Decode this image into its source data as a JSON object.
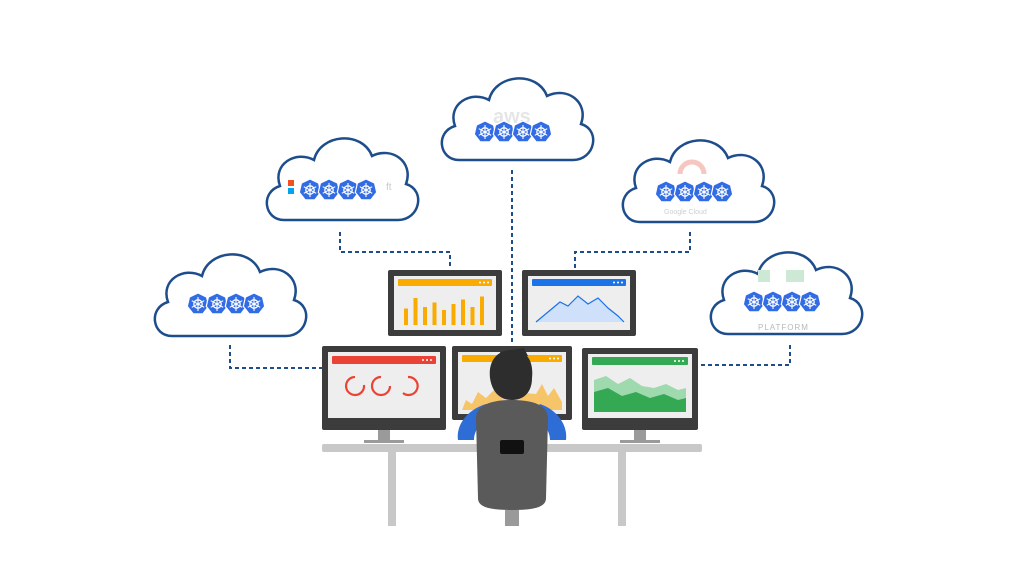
{
  "colors": {
    "cloud_stroke": "#1e4d8c",
    "k8s_blue": "#326ce5",
    "connector": "#1e4d8c",
    "monitor_frame": "#3c3c3c",
    "monitor_screen": "#eeeeee",
    "desk": "#c8c8c8",
    "person_hair": "#2d2d2d",
    "person_skin": "#f2c9a0",
    "person_shirt": "#2f6dd6",
    "chair": "#5a5a5a"
  },
  "clouds": [
    {
      "name": "cloud-left",
      "provider_label": ""
    },
    {
      "name": "cloud-upper-left",
      "provider_label": "ft"
    },
    {
      "name": "cloud-top-aws",
      "provider_label": ""
    },
    {
      "name": "cloud-upper-right-google",
      "provider_label": "Google Cloud"
    },
    {
      "name": "cloud-right-platform",
      "provider_label": "PLATFORM"
    }
  ],
  "monitors": [
    {
      "name": "monitor-top-left",
      "header_color": "#f9ab00",
      "chart": "bars"
    },
    {
      "name": "monitor-top-right",
      "header_color": "#1a73e8",
      "chart": "line"
    },
    {
      "name": "monitor-bottom-left",
      "header_color": "#ea4335",
      "chart": "donuts"
    },
    {
      "name": "monitor-bottom-center",
      "header_color": "#f9ab00",
      "chart": "area-orange"
    },
    {
      "name": "monitor-bottom-right",
      "header_color": "#34a853",
      "chart": "area-green"
    }
  ],
  "bar_values": [
    0.55,
    0.9,
    0.6,
    0.75,
    0.5,
    0.7,
    0.85,
    0.6,
    0.95
  ],
  "icons": [
    "kubernetes-icon"
  ]
}
